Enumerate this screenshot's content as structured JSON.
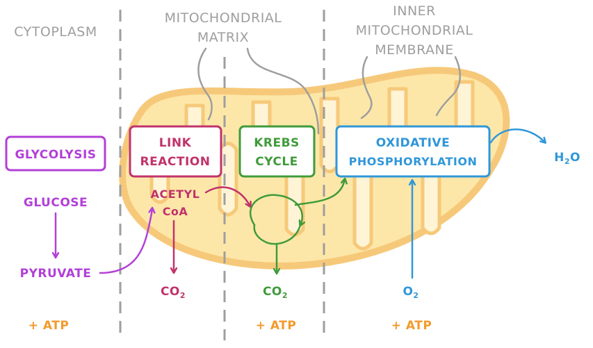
{
  "colors": {
    "glycolysis": "#b23fd8",
    "link": "#c0336b",
    "krebs": "#3f9b3a",
    "oxidative": "#2f97d9",
    "atp": "#f39a2c",
    "gray": "#9e9e9e",
    "mito_fill": "#fde7a8",
    "mito_stroke": "#f6c97a"
  },
  "regions": {
    "cytoplasm": "CYTOPLASM",
    "matrix_line1": "MITOCHONDRIAL",
    "matrix_line2": "MATRIX",
    "membrane_line1": "INNER",
    "membrane_line2": "MITOCHONDRIAL",
    "membrane_line3": "MEMBRANE"
  },
  "boxes": {
    "glycolysis": "GLYCOLYSIS",
    "link_line1": "LINK",
    "link_line2": "REACTION",
    "krebs_line1": "KREBS",
    "krebs_line2": "CYCLE",
    "oxidative_line1": "OXIDATIVE",
    "oxidative_line2": "PHOSPHORYLATION"
  },
  "molecules": {
    "glucose": "GLUCOSE",
    "pyruvate": "PYRUVATE",
    "acetyl_line1": "ACETYL",
    "acetyl_line2": "CoA",
    "co2_base": "CO",
    "co2_sub": "2",
    "o2_base": "O",
    "o2_sub": "2",
    "h2o_h": "H",
    "h2o_sub": "2",
    "h2o_o": "O"
  },
  "atp": {
    "glycolysis": "+ ATP",
    "krebs": "+ ATP",
    "oxidative": "+ ATP"
  }
}
